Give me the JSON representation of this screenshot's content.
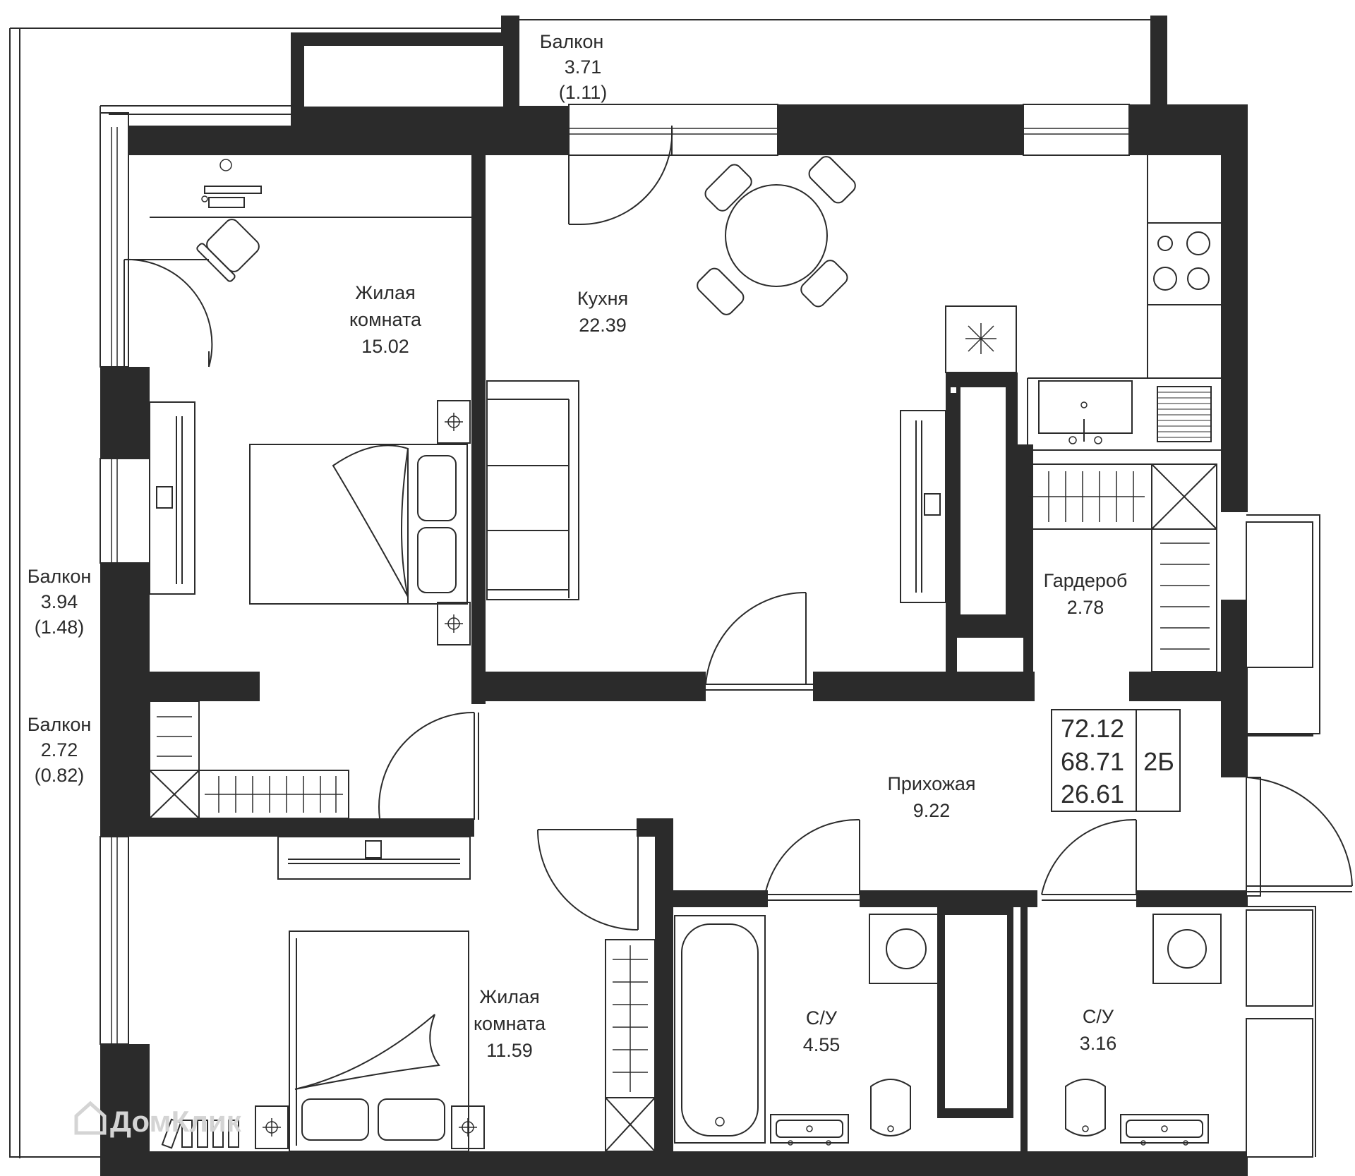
{
  "rooms": {
    "balcony_top": {
      "name": "Балкон",
      "area": "3.71",
      "reduced": "(1.11)"
    },
    "balcony_left_upper": {
      "name": "Балкон",
      "area": "3.94",
      "reduced": "(1.48)"
    },
    "balcony_left_lower": {
      "name": "Балкон",
      "area": "2.72",
      "reduced": "(0.82)"
    },
    "living_room_1": {
      "name_line1": "Жилая",
      "name_line2": "комната",
      "area": "15.02"
    },
    "kitchen": {
      "name": "Кухня",
      "area": "22.39"
    },
    "wardrobe": {
      "name": "Гардероб",
      "area": "2.78"
    },
    "hallway": {
      "name": "Прихожая",
      "area": "9.22"
    },
    "living_room_2": {
      "name_line1": "Жилая",
      "name_line2": "комната",
      "area": "11.59"
    },
    "bathroom_1": {
      "name": "С/У",
      "area": "4.55"
    },
    "bathroom_2": {
      "name": "С/У",
      "area": "3.16"
    }
  },
  "summary": {
    "total_area": "72.12",
    "reduced_area": "68.71",
    "living_area": "26.61",
    "flat_type": "2Б"
  },
  "watermark": "ДомКлик",
  "colors": {
    "walls": "#2b2b2b",
    "background": "#ffffff",
    "watermark": "#d4d4d4"
  }
}
